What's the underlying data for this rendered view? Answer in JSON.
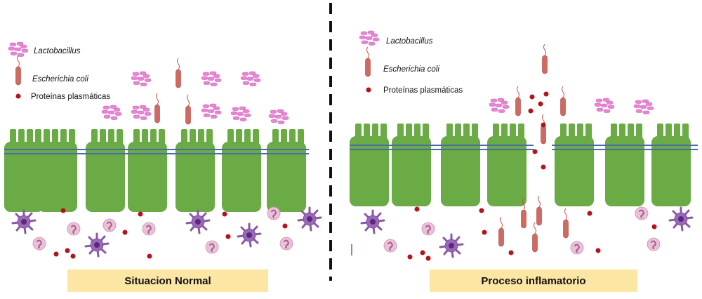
{
  "legend": {
    "lactobacillus": "Lactobacillus",
    "ecoli": "Escherichia coli",
    "proteins": "Proteínas plasmáticas"
  },
  "panels": {
    "normal": {
      "caption": "Situacion Normal"
    },
    "inflamed": {
      "caption": "Proceso inflamatorio"
    }
  },
  "colors": {
    "epithelial_cell": "#6aab46",
    "epithelial_border": "#5a9a3a",
    "tight_junction": "#4a6aa8",
    "lactobacillus": "#e884d4",
    "ecoli": "#cf6a62",
    "plasma_protein": "#b3141b",
    "immune_cell": "#9a68b8",
    "neutrophil": "#ecc0d8",
    "caption_bg": "#fbe6a4",
    "divider": "#111111"
  },
  "icons": [
    "lactobacillus-icon",
    "ecoli-icon",
    "plasma-protein-icon",
    "dendritic-cell-icon",
    "neutrophil-icon"
  ]
}
